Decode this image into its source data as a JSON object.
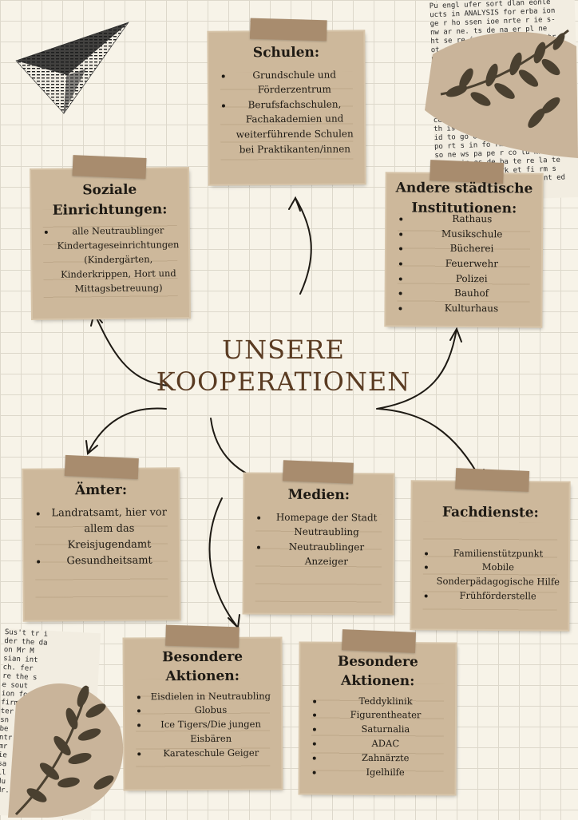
{
  "title": {
    "line1": "UNSERE",
    "line2": "KOOPERATIONEN"
  },
  "cards": {
    "schulen": {
      "heading": "Schulen:",
      "items": [
        "Grundschule und Förderzentrum",
        "Berufsfachschulen, Fachakademien und weiterführende Schulen bei Praktikanten/innen"
      ]
    },
    "soziale": {
      "heading_line1": "Soziale",
      "heading_line2": "Einrichtungen:",
      "items": [
        "alle Neutraublinger Kindertageseinrichtungen (Kindergärten, Kinderkrippen, Hort und Mittagsbetreuung)"
      ]
    },
    "staedtische": {
      "heading_line1": "Andere städtische",
      "heading_line2": "Institutionen:",
      "items": [
        "Rathaus",
        "Musikschule",
        "Bücherei",
        "Feuerwehr",
        "Polizei",
        "Bauhof",
        "Kulturhaus"
      ]
    },
    "aemter": {
      "heading": "Ämter:",
      "items": [
        "Landratsamt, hier vor allem das Kreisjugendamt",
        "Gesundheitsamt"
      ]
    },
    "medien": {
      "heading": "Medien:",
      "items": [
        "Homepage der Stadt Neutraubling",
        "Neutraublinger Anzeiger"
      ]
    },
    "fachdienste": {
      "heading": "Fachdienste:",
      "items": [
        "Familienstützpunkt",
        "Mobile Sonderpädagogische Hilfe",
        "Frühförderstelle"
      ]
    },
    "aktionen1": {
      "heading_line1": "Besondere",
      "heading_line2": "Aktionen:",
      "items": [
        "Eisdielen in Neutraubling",
        "Globus",
        "Ice Tigers/Die jungen Eisbären",
        "Karateschule Geiger"
      ]
    },
    "aktionen2": {
      "heading_line1": "Besondere",
      "heading_line2": "Aktionen:",
      "items": [
        "Teddyklinik",
        "Figurentheater",
        "Saturnalia",
        "ADAC",
        "Zahnärzte",
        "Igelhilfe"
      ]
    }
  },
  "decor": {
    "paper_plane": "paper-plane-icon",
    "leaf_top": "leaf-branch-icon",
    "leaf_bottom": "leaf-branch-icon",
    "colors": {
      "card": "#cdb89b",
      "tape": "#a88c6e",
      "title": "#5a3b22",
      "leaf": "#4a4030",
      "background": "#f7f3e8"
    }
  }
}
